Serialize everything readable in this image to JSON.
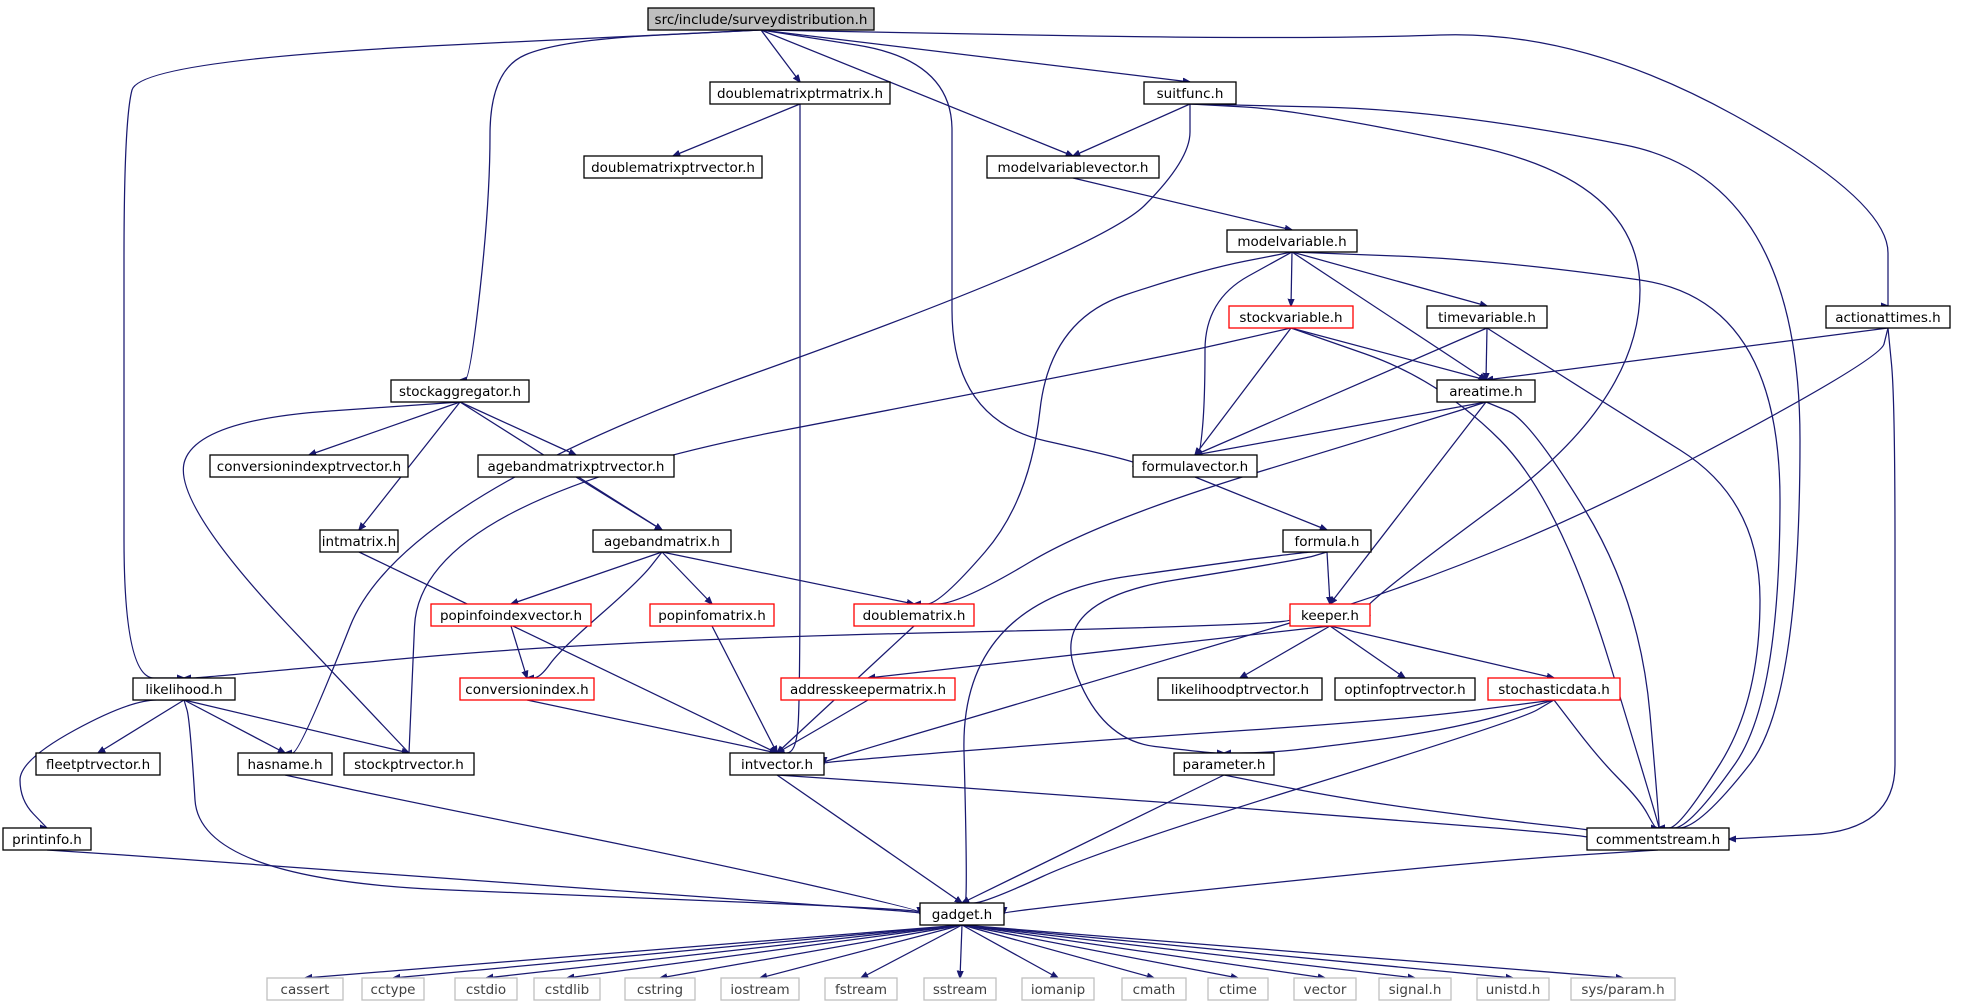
{
  "title": "src/include/surveydistribution.h",
  "colors": {
    "edge": "#191970",
    "border_normal": "#000000",
    "border_truncated": "#ff0000",
    "border_system": "#bfbfbf",
    "root_fill": "#bfbfbf",
    "system_text": "#404040"
  },
  "nodes": {
    "surveydistribution": {
      "label": "src/include/surveydistribution.h",
      "kind": "root"
    },
    "doublematrixptrmatrix": {
      "label": "doublematrixptrmatrix.h",
      "kind": "normal"
    },
    "suitfunc": {
      "label": "suitfunc.h",
      "kind": "normal"
    },
    "doublematrixptrvector": {
      "label": "doublematrixptrvector.h",
      "kind": "normal"
    },
    "modelvariablevector": {
      "label": "modelvariablevector.h",
      "kind": "normal"
    },
    "modelvariable": {
      "label": "modelvariable.h",
      "kind": "normal"
    },
    "stockvariable": {
      "label": "stockvariable.h",
      "kind": "truncated"
    },
    "timevariable": {
      "label": "timevariable.h",
      "kind": "normal"
    },
    "actionattimes": {
      "label": "actionattimes.h",
      "kind": "normal"
    },
    "stockaggregator": {
      "label": "stockaggregator.h",
      "kind": "normal"
    },
    "areatime": {
      "label": "areatime.h",
      "kind": "normal"
    },
    "conversionindexptrvector": {
      "label": "conversionindexptrvector.h",
      "kind": "normal"
    },
    "agebandmatrixptrvector": {
      "label": "agebandmatrixptrvector.h",
      "kind": "normal"
    },
    "formulavector": {
      "label": "formulavector.h",
      "kind": "normal"
    },
    "intmatrix": {
      "label": "intmatrix.h",
      "kind": "normal"
    },
    "agebandmatrix": {
      "label": "agebandmatrix.h",
      "kind": "normal"
    },
    "formula": {
      "label": "formula.h",
      "kind": "normal"
    },
    "popinfoindexvector": {
      "label": "popinfoindexvector.h",
      "kind": "truncated"
    },
    "popinfomatrix": {
      "label": "popinfomatrix.h",
      "kind": "truncated"
    },
    "doublematrix": {
      "label": "doublematrix.h",
      "kind": "truncated"
    },
    "keeper": {
      "label": "keeper.h",
      "kind": "truncated"
    },
    "likelihood": {
      "label": "likelihood.h",
      "kind": "normal"
    },
    "conversionindex": {
      "label": "conversionindex.h",
      "kind": "truncated"
    },
    "addresskeepermatrix": {
      "label": "addresskeepermatrix.h",
      "kind": "truncated"
    },
    "likelihoodptrvector": {
      "label": "likelihoodptrvector.h",
      "kind": "normal"
    },
    "optinfoptrvector": {
      "label": "optinfoptrvector.h",
      "kind": "normal"
    },
    "stochasticdata": {
      "label": "stochasticdata.h",
      "kind": "truncated"
    },
    "fleetptrvector": {
      "label": "fleetptrvector.h",
      "kind": "normal"
    },
    "hasname": {
      "label": "hasname.h",
      "kind": "normal"
    },
    "stockptrvector": {
      "label": "stockptrvector.h",
      "kind": "normal"
    },
    "intvector": {
      "label": "intvector.h",
      "kind": "normal"
    },
    "parameter": {
      "label": "parameter.h",
      "kind": "normal"
    },
    "printinfo": {
      "label": "printinfo.h",
      "kind": "normal"
    },
    "commentstream": {
      "label": "commentstream.h",
      "kind": "normal"
    },
    "gadget": {
      "label": "gadget.h",
      "kind": "normal"
    },
    "cassert": {
      "label": "cassert",
      "kind": "system"
    },
    "cctype": {
      "label": "cctype",
      "kind": "system"
    },
    "cstdio": {
      "label": "cstdio",
      "kind": "system"
    },
    "cstdlib": {
      "label": "cstdlib",
      "kind": "system"
    },
    "cstring": {
      "label": "cstring",
      "kind": "system"
    },
    "iostream": {
      "label": "iostream",
      "kind": "system"
    },
    "fstream": {
      "label": "fstream",
      "kind": "system"
    },
    "sstream": {
      "label": "sstream",
      "kind": "system"
    },
    "iomanip": {
      "label": "iomanip",
      "kind": "system"
    },
    "cmath": {
      "label": "cmath",
      "kind": "system"
    },
    "ctime": {
      "label": "ctime",
      "kind": "system"
    },
    "vector": {
      "label": "vector",
      "kind": "system"
    },
    "signal": {
      "label": "signal.h",
      "kind": "system"
    },
    "unistd": {
      "label": "unistd.h",
      "kind": "system"
    },
    "sysparam": {
      "label": "sys/param.h",
      "kind": "system"
    }
  },
  "edges": [
    [
      "surveydistribution",
      "doublematrixptrmatrix"
    ],
    [
      "surveydistribution",
      "suitfunc"
    ],
    [
      "surveydistribution",
      "modelvariablevector"
    ],
    [
      "surveydistribution",
      "formulavector"
    ],
    [
      "surveydistribution",
      "stockaggregator"
    ],
    [
      "surveydistribution",
      "likelihood"
    ],
    [
      "surveydistribution",
      "actionattimes"
    ],
    [
      "doublematrixptrmatrix",
      "doublematrixptrvector"
    ],
    [
      "doublematrixptrmatrix",
      "intvector"
    ],
    [
      "suitfunc",
      "modelvariablevector"
    ],
    [
      "suitfunc",
      "keeper"
    ],
    [
      "suitfunc",
      "commentstream"
    ],
    [
      "suitfunc",
      "hasname"
    ],
    [
      "modelvariablevector",
      "modelvariable"
    ],
    [
      "modelvariable",
      "stockvariable"
    ],
    [
      "modelvariable",
      "timevariable"
    ],
    [
      "modelvariable",
      "areatime"
    ],
    [
      "modelvariable",
      "formulavector"
    ],
    [
      "modelvariable",
      "doublematrix"
    ],
    [
      "modelvariable",
      "commentstream"
    ],
    [
      "stockvariable",
      "areatime"
    ],
    [
      "stockvariable",
      "formulavector"
    ],
    [
      "stockvariable",
      "commentstream"
    ],
    [
      "stockvariable",
      "stockptrvector"
    ],
    [
      "timevariable",
      "areatime"
    ],
    [
      "timevariable",
      "formulavector"
    ],
    [
      "timevariable",
      "commentstream"
    ],
    [
      "actionattimes",
      "areatime"
    ],
    [
      "actionattimes",
      "intvector"
    ],
    [
      "actionattimes",
      "commentstream"
    ],
    [
      "areatime",
      "formulavector"
    ],
    [
      "areatime",
      "doublematrix"
    ],
    [
      "areatime",
      "keeper"
    ],
    [
      "areatime",
      "commentstream"
    ],
    [
      "formulavector",
      "formula"
    ],
    [
      "formula",
      "keeper"
    ],
    [
      "formula",
      "parameter"
    ],
    [
      "formula",
      "gadget"
    ],
    [
      "stockaggregator",
      "conversionindexptrvector"
    ],
    [
      "stockaggregator",
      "agebandmatrixptrvector"
    ],
    [
      "stockaggregator",
      "agebandmatrix"
    ],
    [
      "stockaggregator",
      "intmatrix"
    ],
    [
      "stockaggregator",
      "stockptrvector"
    ],
    [
      "agebandmatrixptrvector",
      "agebandmatrix"
    ],
    [
      "intmatrix",
      "intvector"
    ],
    [
      "agebandmatrix",
      "popinfoindexvector"
    ],
    [
      "agebandmatrix",
      "popinfomatrix"
    ],
    [
      "agebandmatrix",
      "doublematrix"
    ],
    [
      "agebandmatrix",
      "conversionindex"
    ],
    [
      "popinfoindexvector",
      "conversionindex"
    ],
    [
      "popinfomatrix",
      "intvector"
    ],
    [
      "doublematrix",
      "intvector"
    ],
    [
      "conversionindex",
      "intvector"
    ],
    [
      "keeper",
      "likelihood"
    ],
    [
      "keeper",
      "addresskeepermatrix"
    ],
    [
      "keeper",
      "likelihoodptrvector"
    ],
    [
      "keeper",
      "optinfoptrvector"
    ],
    [
      "keeper",
      "stochasticdata"
    ],
    [
      "addresskeepermatrix",
      "intvector"
    ],
    [
      "stochasticdata",
      "intvector"
    ],
    [
      "stochasticdata",
      "parameter"
    ],
    [
      "stochasticdata",
      "commentstream"
    ],
    [
      "stochasticdata",
      "gadget"
    ],
    [
      "likelihood",
      "printinfo"
    ],
    [
      "likelihood",
      "fleetptrvector"
    ],
    [
      "likelihood",
      "hasname"
    ],
    [
      "likelihood",
      "stockptrvector"
    ],
    [
      "likelihood",
      "gadget"
    ],
    [
      "hasname",
      "gadget"
    ],
    [
      "intvector",
      "commentstream"
    ],
    [
      "intvector",
      "gadget"
    ],
    [
      "parameter",
      "commentstream"
    ],
    [
      "parameter",
      "gadget"
    ],
    [
      "printinfo",
      "gadget"
    ],
    [
      "commentstream",
      "gadget"
    ],
    [
      "gadget",
      "cassert"
    ],
    [
      "gadget",
      "cctype"
    ],
    [
      "gadget",
      "cstdio"
    ],
    [
      "gadget",
      "cstdlib"
    ],
    [
      "gadget",
      "cstring"
    ],
    [
      "gadget",
      "iostream"
    ],
    [
      "gadget",
      "fstream"
    ],
    [
      "gadget",
      "sstream"
    ],
    [
      "gadget",
      "iomanip"
    ],
    [
      "gadget",
      "cmath"
    ],
    [
      "gadget",
      "ctime"
    ],
    [
      "gadget",
      "vector"
    ],
    [
      "gadget",
      "signal"
    ],
    [
      "gadget",
      "unistd"
    ],
    [
      "gadget",
      "sysparam"
    ]
  ]
}
